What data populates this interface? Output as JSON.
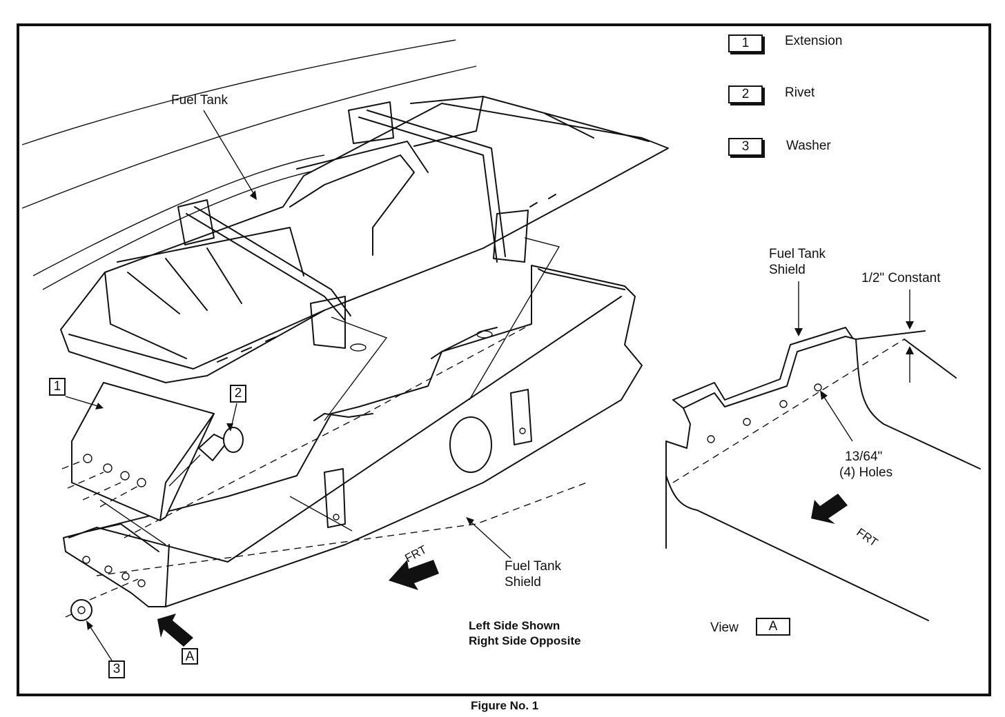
{
  "legend": {
    "items": [
      {
        "num": "1",
        "name": "Extension"
      },
      {
        "num": "2",
        "name": "Rivet"
      },
      {
        "num": "3",
        "name": "Washer"
      }
    ]
  },
  "labels": {
    "fuel_tank": "Fuel Tank",
    "fuel_tank_shield_main_1": "Fuel Tank",
    "fuel_tank_shield_main_2": "Shield",
    "fuel_tank_shield_view_1": "Fuel Tank",
    "fuel_tank_shield_view_2": "Shield",
    "constant": "1/2\" Constant",
    "holes_1": "13/64\"",
    "holes_2": "(4) Holes",
    "frt_main": "FRT",
    "frt_view": "FRT",
    "callout_1": "1",
    "callout_2": "2",
    "callout_3": "3",
    "callout_a": "A",
    "view_word": "View",
    "view_letter": "A"
  },
  "notes": {
    "line1": "Left Side Shown",
    "line2": "Right Side Opposite"
  },
  "caption": "Figure No. 1"
}
